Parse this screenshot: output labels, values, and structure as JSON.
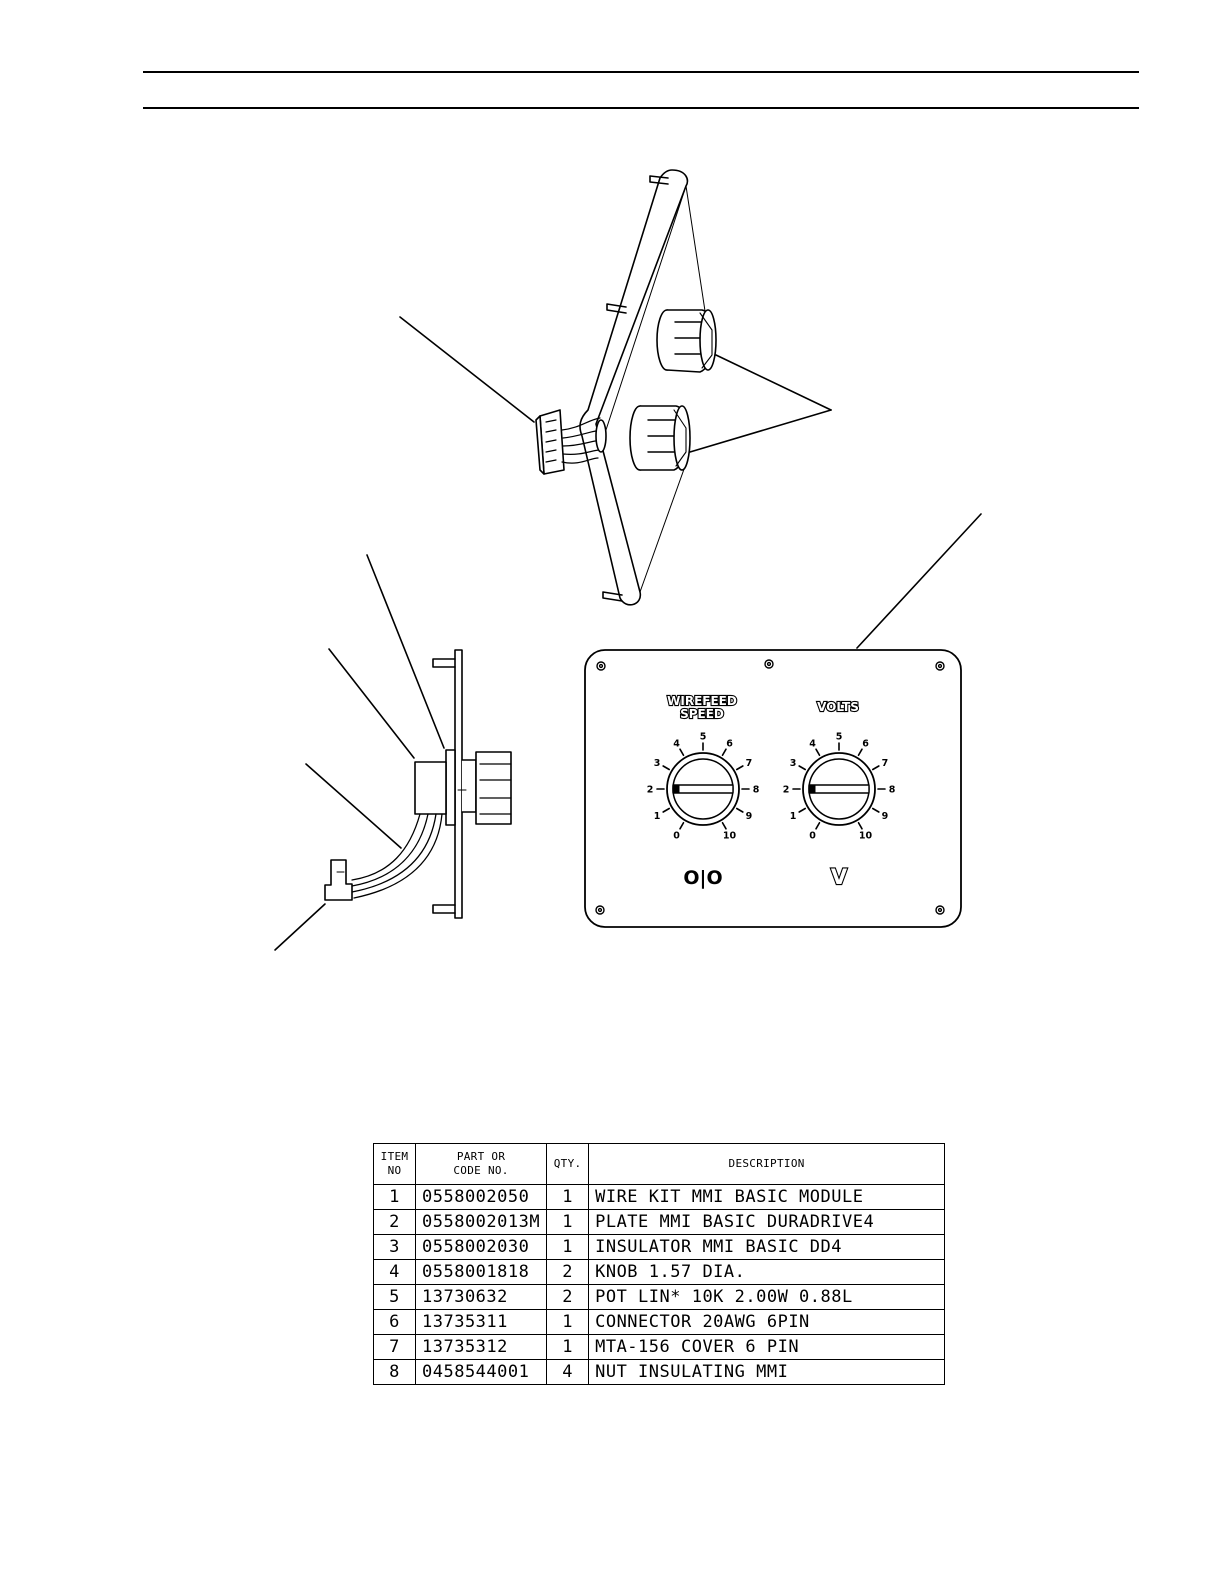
{
  "panel": {
    "wirefeed_label_1": "WIREFEED",
    "wirefeed_label_2": "SPEED",
    "volts_label": "VOLTS",
    "dial_numbers": [
      "0",
      "1",
      "2",
      "3",
      "4",
      "5",
      "6",
      "7",
      "8",
      "9",
      "10"
    ],
    "wirefeed_symbol": "O|O",
    "volts_symbol": "V"
  },
  "parts_table": {
    "headers": {
      "item_1": "ITEM",
      "item_2": "NO",
      "part_1": "PART OR",
      "part_2": "CODE NO.",
      "qty": "QTY.",
      "description": "DESCRIPTION"
    },
    "rows": [
      {
        "item": "1",
        "part": "0558002050",
        "qty": "1",
        "description": "WIRE KIT MMI BASIC MODULE"
      },
      {
        "item": "2",
        "part": "0558002013M",
        "qty": "1",
        "description": "PLATE MMI BASIC DURADRIVE4"
      },
      {
        "item": "3",
        "part": "0558002030",
        "qty": "1",
        "description": "INSULATOR MMI BASIC DD4"
      },
      {
        "item": "4",
        "part": "0558001818",
        "qty": "2",
        "description": "KNOB 1.57 DIA."
      },
      {
        "item": "5",
        "part": "13730632",
        "qty": "2",
        "description": "POT LIN* 10K 2.00W 0.88L"
      },
      {
        "item": "6",
        "part": "13735311",
        "qty": "1",
        "description": "CONNECTOR 20AWG 6PIN"
      },
      {
        "item": "7",
        "part": "13735312",
        "qty": "1",
        "description": "MTA-156 COVER 6 PIN"
      },
      {
        "item": "8",
        "part": "0458544001",
        "qty": "4",
        "description": "NUT INSULATING MMI"
      }
    ]
  }
}
